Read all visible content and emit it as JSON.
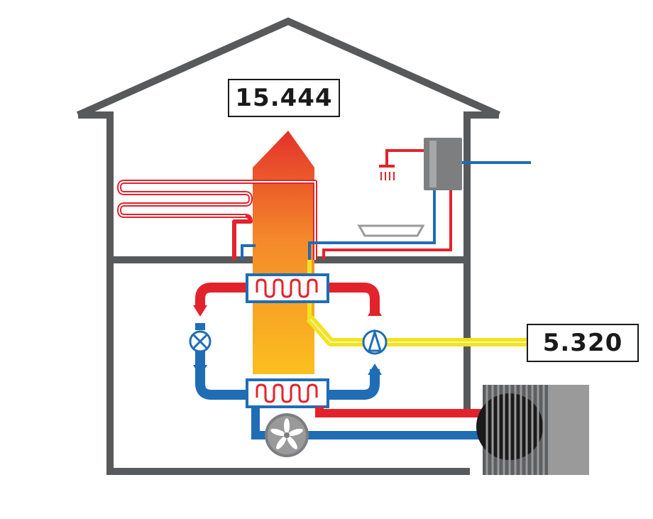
{
  "heat_output_value": "15.444",
  "power_input_value": "5.320",
  "colors": {
    "structure": "#58595b",
    "hot_pipe": "#e3232c",
    "cold_pipe": "#1f6db5",
    "electric_line": "#f2e321",
    "arrow_top": "#e4322b",
    "arrow_bottom": "#fbbf1f",
    "unit_grey": "#9a9a9a"
  },
  "icons": [
    "house-outline",
    "floor-heating-coil",
    "shower-head",
    "hot-water-tank",
    "bathtub",
    "condenser-heat-exchanger",
    "evaporator-heat-exchanger",
    "expansion-valve",
    "compressor",
    "fan",
    "outdoor-unit"
  ]
}
